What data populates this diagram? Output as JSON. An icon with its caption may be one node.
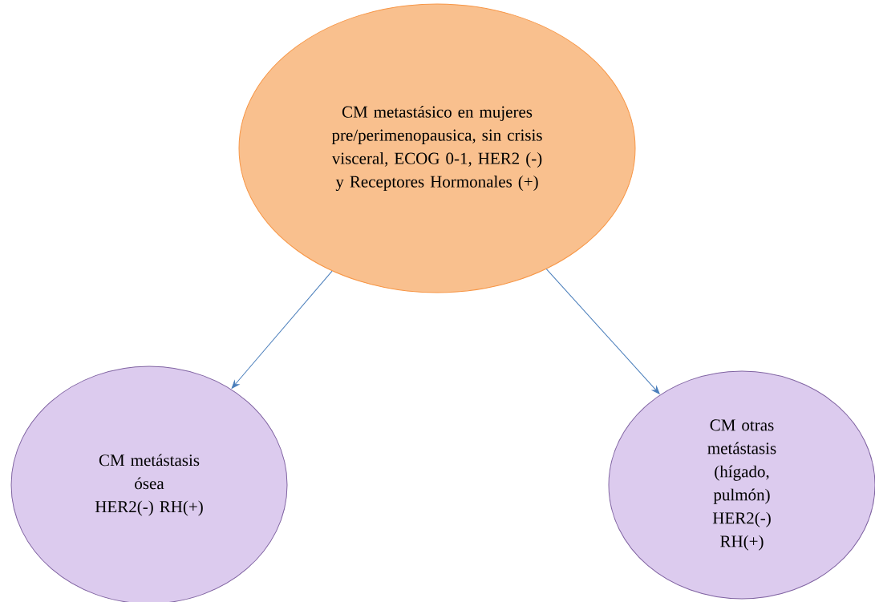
{
  "diagram": {
    "nodes": [
      {
        "text": [
          "CM metastásico en mujeres pre/perimenopausica, sin crisis visceral, ECOG 0-1, HER2 (-) y Receptores Hormonales (+)"
        ]
      },
      {
        "text": [
          "CM metástasis ósea",
          "HER2(-) RH(+)"
        ]
      },
      {
        "text": [
          "CM otras metástasis (hígado, pulmón)",
          "HER2(-) RH(+)"
        ]
      }
    ],
    "edges": [
      {
        "from": 0,
        "to": 1,
        "arrow": "to"
      },
      {
        "from": 0,
        "to": 2,
        "arrow": "to"
      }
    ]
  }
}
